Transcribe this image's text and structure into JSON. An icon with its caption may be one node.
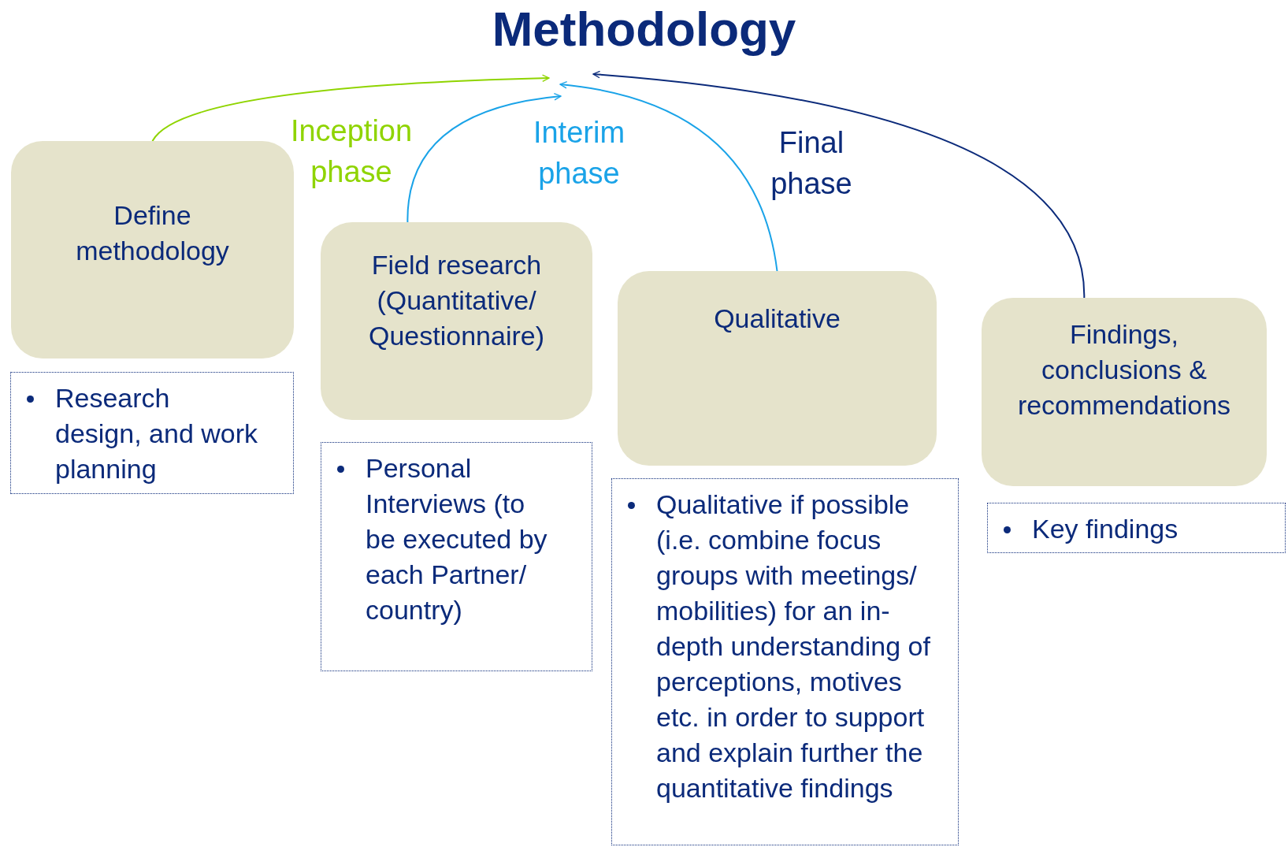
{
  "diagram": {
    "title": "Methodology",
    "nodes": [
      {
        "text": [
          "Define methodology"
        ]
      },
      {
        "text": [
          "Research design, and work planning"
        ]
      },
      {
        "text": [
          "Field research (Quantitative/ Questionnaire)"
        ]
      },
      {
        "text": [
          "Personal Interviews (to be executed by each Partner/ country)"
        ]
      },
      {
        "text": [
          "Qualitative"
        ]
      },
      {
        "text": [
          "Qualitative if possible (i.e. combine focus groups with meetings/ mobilities) for an in-depth understanding of perceptions, motives etc. in order to support and explain further the quantitative findings"
        ]
      },
      {
        "text": [
          "Findings, conclusions & recommendations"
        ]
      },
      {
        "text": [
          "Key findings"
        ]
      }
    ],
    "edges": [
      {
        "from": 0,
        "to": null,
        "arrow": "to",
        "label": "Inception phase",
        "color": "#8fd400"
      },
      {
        "from": 2,
        "to": null,
        "arrow": "to",
        "label": "Interim phase"
      },
      {
        "from": 4,
        "to": null,
        "arrow": "to"
      },
      {
        "from": 6,
        "to": null,
        "arrow": "to",
        "label": "Final phase",
        "color": "#0b2a7a"
      }
    ]
  }
}
